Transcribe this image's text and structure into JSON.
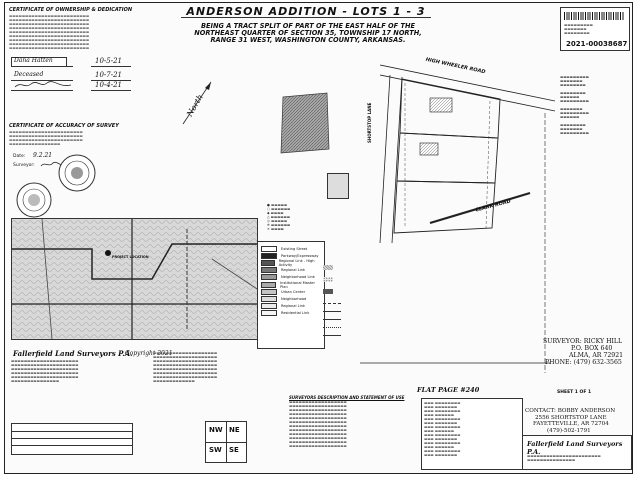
{
  "header": {
    "title": "ANDERSON ADDITION - LOTS 1 - 3",
    "subtitle_lines": [
      "BEING A TRACT SPLIT OF PART OF THE EAST HALF OF THE",
      "NORTHEAST QUARTER OF SECTION 35, TOWNSHIP 17 NORTH,",
      "RANGE 31 WEST, WASHINGTON COUNTY, ARKANSAS."
    ]
  },
  "recording": {
    "doc_number": "2021-00038687"
  },
  "certificate_ownership": {
    "title": "CERTIFICATE OF OWNERSHIP & DEDICATION",
    "signatures": [
      {
        "name": "Dana Hatten",
        "date": "10-5-21"
      },
      {
        "name": "Deceased",
        "date": "10-7-21"
      },
      {
        "name": "",
        "date": "10-4-21"
      }
    ]
  },
  "certificate_accuracy": {
    "title": "CERTIFICATE OF ACCURACY OF SURVEY",
    "date_label": "Date:",
    "date_value": "9.2.21",
    "surveyor_label": "Surveyor:"
  },
  "north_label": "North",
  "legend": {
    "items": [
      "Existing Street",
      "Parkway/Expressway",
      "Regional Link - High Activity",
      "Regional Link",
      "Neighborhood Link",
      "Institutional Master Plan",
      "Urban Center",
      "Neighborhood",
      "Regional Link",
      "Residential Link"
    ]
  },
  "vicinity": {
    "label": "PROJECT LOCATION"
  },
  "company": {
    "name": "Fallerfield Land Surveyors P.A.",
    "copyright": "Copyright 2021"
  },
  "surveyor_contact": {
    "lines": [
      "SURVEYOR: RICKY HILL",
      "P.O. BOX 640",
      "ALMA, AR 72921",
      "PHONE: (479) 632-3565"
    ]
  },
  "owner_contact": {
    "lines": [
      "CONTACT: BOBBY ANDERSON",
      "2556 SHORTSTOP LANE",
      "FAYETTEVILLE, AR 72704",
      "(479)-502-1791"
    ]
  },
  "statement_of_use": {
    "title": "SURVEYORS DESCRIPTION AND STATEMENT OF USE"
  },
  "plat": {
    "page": "FLAT PAGE #240",
    "sheet": "SHEET 1 OF 1",
    "road_top": "HIGH WHEELER ROAD",
    "road_bottom": "CLARK ROAD",
    "road_side": "SHORTSTOP LANE"
  },
  "quarter_grid": [
    "NW",
    "NE",
    "SW",
    "SE"
  ]
}
